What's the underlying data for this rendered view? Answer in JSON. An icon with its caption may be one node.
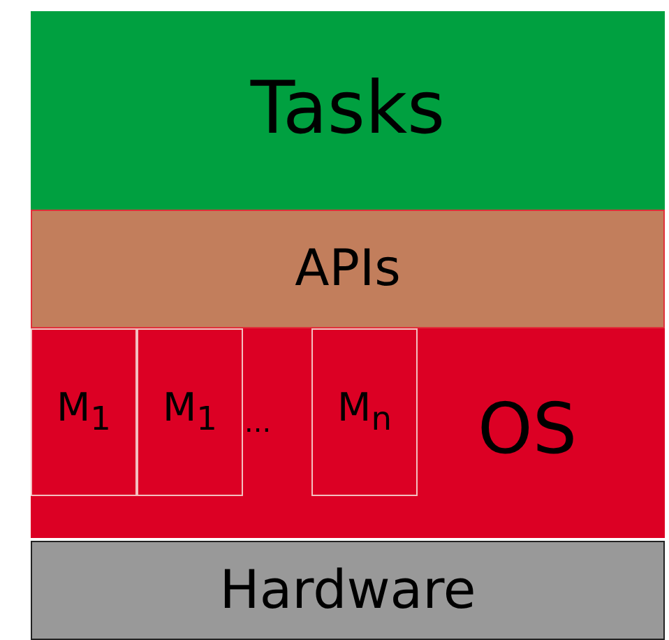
{
  "diagram": {
    "nodes": [
      {
        "text": [
          "Tasks"
        ]
      },
      {
        "text": [
          "APIs"
        ]
      },
      {
        "text": [
          "OS"
        ]
      },
      {
        "text": [
          "M$_{1}$"
        ],
        "in": 2
      },
      {
        "text": [
          "M$_{1}$"
        ],
        "in": 2
      },
      {
        "text": [
          "M$_{n}$"
        ],
        "in": 2
      },
      {
        "text": [
          "Hardware"
        ]
      }
    ],
    "edges": [],
    "labels": [
      "..."
    ]
  }
}
